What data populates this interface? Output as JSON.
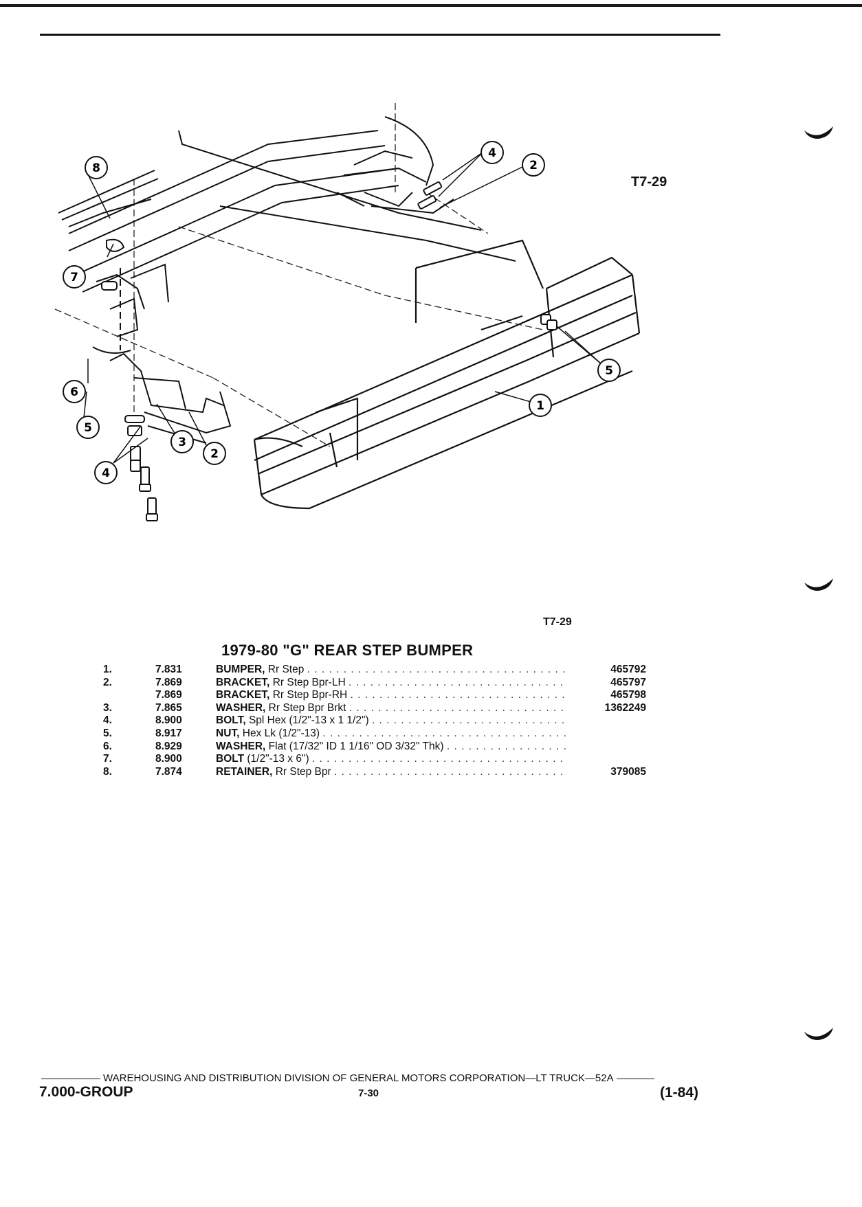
{
  "figure_id": "T7-29",
  "section_title": "1979-80 \"G\" REAR STEP BUMPER",
  "parts": [
    {
      "item": "1.",
      "code": "7.831",
      "name": "BUMPER,",
      "desc": "Rr Step",
      "part": "465792"
    },
    {
      "item": "2.",
      "code": "7.869",
      "name": "BRACKET,",
      "desc": "Rr Step Bpr-LH",
      "part": "465797"
    },
    {
      "item": "",
      "code": "7.869",
      "name": "BRACKET,",
      "desc": "Rr Step Bpr-RH",
      "part": "465798"
    },
    {
      "item": "3.",
      "code": "7.865",
      "name": "WASHER,",
      "desc": "Rr Step Bpr Brkt",
      "part": "1362249"
    },
    {
      "item": "4.",
      "code": "8.900",
      "name": "BOLT,",
      "desc": "Spl Hex (1/2\"-13 x 1 1/2\")",
      "part": ""
    },
    {
      "item": "5.",
      "code": "8.917",
      "name": "NUT,",
      "desc": "Hex Lk (1/2\"-13)",
      "part": ""
    },
    {
      "item": "6.",
      "code": "8.929",
      "name": "WASHER,",
      "desc": "Flat (17/32\" ID 1 1/16\" OD 3/32\" Thk)",
      "part": ""
    },
    {
      "item": "7.",
      "code": "8.900",
      "name": "BOLT",
      "desc": "(1/2\"-13 x 6\")",
      "part": ""
    },
    {
      "item": "8.",
      "code": "7.874",
      "name": "RETAINER,",
      "desc": "Rr Step Bpr",
      "part": "379085"
    }
  ],
  "callouts": [
    "1",
    "2",
    "3",
    "4",
    "5",
    "6",
    "7",
    "8"
  ],
  "footer": {
    "division": "WAREHOUSING AND DISTRIBUTION DIVISION OF GENERAL MOTORS CORPORATION—LT TRUCK—52A",
    "group": "7.000-GROUP",
    "page": "7-30",
    "revision": "(1-84)"
  }
}
